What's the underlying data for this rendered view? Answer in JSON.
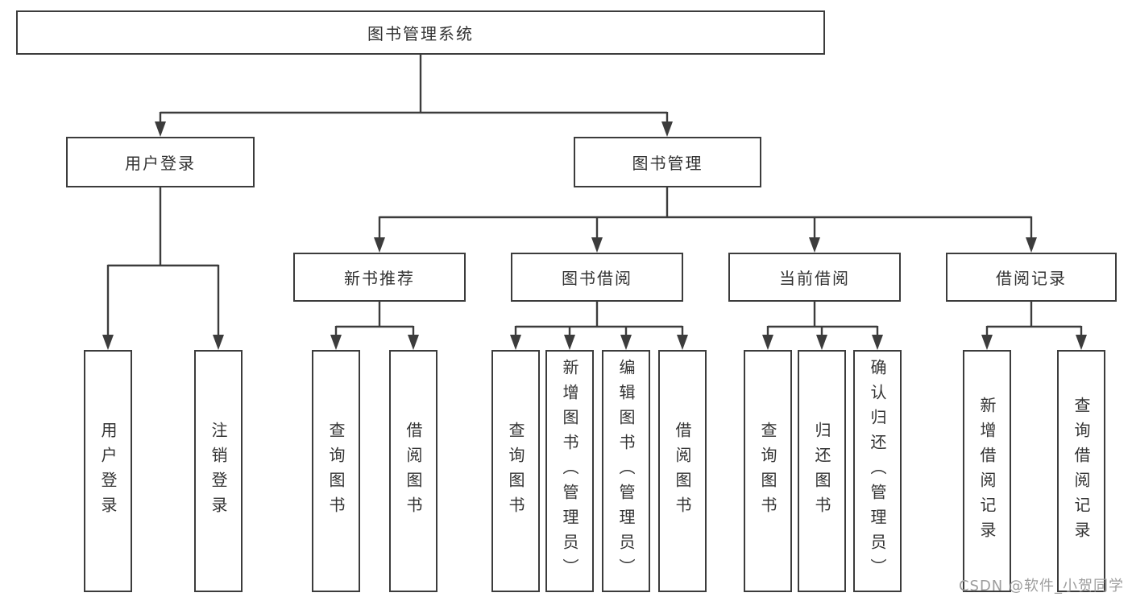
{
  "tree": {
    "label": "图书管理系统",
    "children": [
      {
        "label": "用户登录",
        "children": [
          {
            "label": "用户登录"
          },
          {
            "label": "注销登录"
          }
        ]
      },
      {
        "label": "图书管理",
        "children": [
          {
            "label": "新书推荐",
            "children": [
              {
                "label": "查询图书"
              },
              {
                "label": "借阅图书"
              }
            ]
          },
          {
            "label": "图书借阅",
            "children": [
              {
                "label": "查询图书"
              },
              {
                "label": "新增图书（管理员）"
              },
              {
                "label": "编辑图书（管理员）"
              },
              {
                "label": "借阅图书"
              }
            ]
          },
          {
            "label": "当前借阅",
            "children": [
              {
                "label": "查询图书"
              },
              {
                "label": "归还图书"
              },
              {
                "label": "确认归还（管理员）"
              }
            ]
          },
          {
            "label": "借阅记录",
            "children": [
              {
                "label": "新增借阅记录"
              },
              {
                "label": "查询借阅记录"
              }
            ]
          }
        ]
      }
    ]
  },
  "watermark": {
    "text": "CSDN @软件_小贺同学"
  },
  "colors": {
    "line": "#3c3c3c",
    "box_border": "#3c3c3c",
    "text": "#333333",
    "watermark": "#9e9e9e",
    "background": "#ffffff"
  }
}
